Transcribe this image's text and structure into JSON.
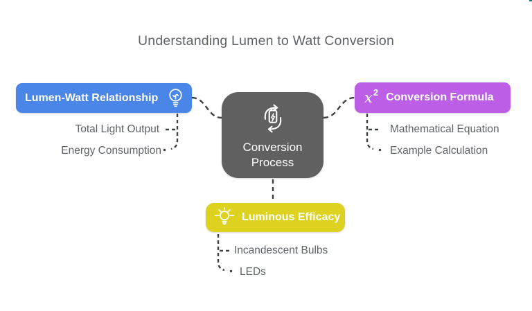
{
  "title": "Understanding Lumen to Watt Conversion",
  "colors": {
    "left_node": "#4a86e8",
    "right_node": "#bc5fe6",
    "bottom_node": "#ddd21f",
    "center_node": "#606060",
    "label_text": "#ffffff",
    "gray_text": "#5f6368",
    "connector": "#3c4043",
    "corner_mark": "#17786d"
  },
  "center_node": {
    "label": "Conversion Process",
    "icon": "battery-cycle-icon"
  },
  "left_node": {
    "label": "Lumen-Watt Relationship",
    "icon": "lightbulb-icon",
    "children": [
      "Total Light Output",
      "Energy Consumption"
    ]
  },
  "right_node": {
    "label": "Conversion Formula",
    "icon": "x-squared-icon",
    "icon_base": "x",
    "icon_sup": "2",
    "children": [
      "Mathematical Equation",
      "Example Calculation"
    ]
  },
  "bottom_node": {
    "label": "Luminous Efficacy",
    "icon": "shining-bulb-icon",
    "children": [
      "Incandescent Bulbs",
      "LEDs"
    ]
  }
}
